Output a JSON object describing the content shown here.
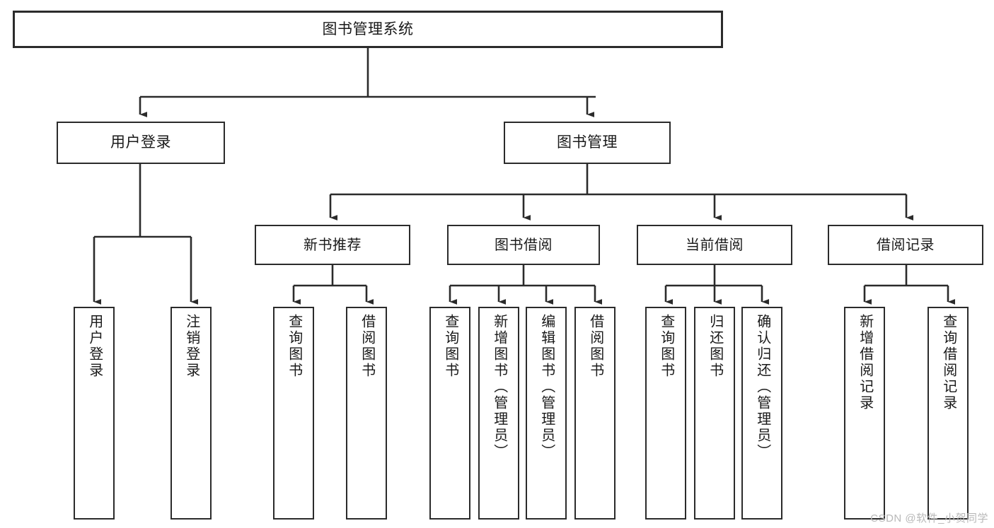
{
  "diagram": {
    "type": "tree",
    "title": "图书管理系统",
    "watermark": "CSDN @软件_小贺同学",
    "colors": {
      "box_border": "#2b2b2b",
      "box_fill": "#ffffff",
      "edge": "#2b2b2b",
      "text": "#1a1a1a",
      "watermark": "#b8b8b8",
      "background": "#ffffff"
    },
    "nodes": {
      "root": {
        "label": "图书管理系统"
      },
      "level1": [
        {
          "id": "user-login",
          "label": "用户登录"
        },
        {
          "id": "book-manage",
          "label": "图书管理"
        }
      ],
      "level2": [
        {
          "id": "new-book-recommend",
          "label": "新书推荐"
        },
        {
          "id": "book-borrow",
          "label": "图书借阅"
        },
        {
          "id": "current-borrow",
          "label": "当前借阅"
        },
        {
          "id": "borrow-record",
          "label": "借阅记录"
        }
      ],
      "leaves": [
        {
          "id": "leaf-user-login",
          "label": "用户登录",
          "parent": "user-login"
        },
        {
          "id": "leaf-user-logout",
          "label": "注销登录",
          "parent": "user-login"
        },
        {
          "id": "leaf-query-book-1",
          "label": "查询图书",
          "parent": "new-book-recommend"
        },
        {
          "id": "leaf-borrow-book-1",
          "label": "借阅图书",
          "parent": "new-book-recommend"
        },
        {
          "id": "leaf-query-book-2",
          "label": "查询图书",
          "parent": "book-borrow"
        },
        {
          "id": "leaf-add-book",
          "label": "新增图书（管理员）",
          "parent": "book-borrow"
        },
        {
          "id": "leaf-edit-book",
          "label": "编辑图书（管理员）",
          "parent": "book-borrow"
        },
        {
          "id": "leaf-borrow-book-2",
          "label": "借阅图书",
          "parent": "book-borrow"
        },
        {
          "id": "leaf-query-book-3",
          "label": "查询图书",
          "parent": "current-borrow"
        },
        {
          "id": "leaf-return-book",
          "label": "归还图书",
          "parent": "current-borrow"
        },
        {
          "id": "leaf-confirm-return",
          "label": "确认归还（管理员）",
          "parent": "current-borrow"
        },
        {
          "id": "leaf-add-borrow-record",
          "label": "新增借阅记录",
          "parent": "borrow-record"
        },
        {
          "id": "leaf-query-borrow-record",
          "label": "查询借阅记录",
          "parent": "borrow-record"
        }
      ]
    }
  }
}
